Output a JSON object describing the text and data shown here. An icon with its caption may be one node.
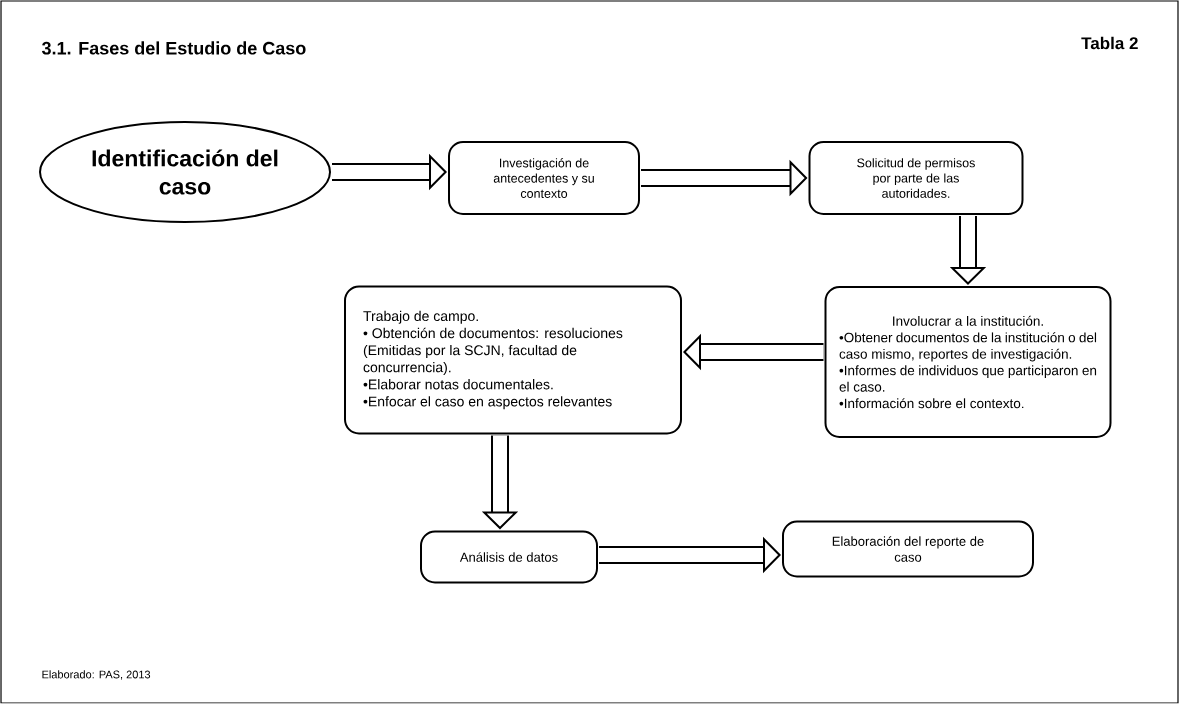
{
  "diagram": {
    "title": "3.1. Fases del Estudio de Caso",
    "nodes": [
      {
        "text": [
          "Identificación del caso"
        ]
      },
      {
        "text": [
          "Investigación de antecedentes y su contexto"
        ]
      },
      {
        "text": [
          "Solicitud de permisos por parte de las autoridades."
        ]
      },
      {
        "text": [
          "Involucrar a la institución.",
          "•Obtener documentos de la institución o del caso mismo, reportes de investigación.",
          "•Informes de individuos que participaron en el caso.",
          "•Información sobre el contexto."
        ]
      },
      {
        "text": [
          "Trabajo de campo.",
          "• Obtención de documentos: resoluciones (Emitidas por la SCJN, facultad de concurrencia).",
          "•Elaborar notas documentales.",
          "•Enfocar el caso en aspectos relevantes"
        ]
      },
      {
        "text": [
          "Análisis de datos"
        ]
      },
      {
        "text": [
          "Elaboración del reporte de caso"
        ]
      }
    ],
    "edges": [
      {
        "from": 0,
        "to": 1,
        "arrow": "to"
      },
      {
        "from": 1,
        "to": 2,
        "arrow": "to"
      },
      {
        "from": 2,
        "to": 3,
        "arrow": "to"
      },
      {
        "from": 3,
        "to": 4,
        "arrow": "to"
      },
      {
        "from": 4,
        "to": 5,
        "arrow": "to"
      },
      {
        "from": 5,
        "to": 6,
        "arrow": "to"
      }
    ],
    "labels": [
      "Tabla 2",
      "Elaborado: PAS, 2013"
    ]
  }
}
